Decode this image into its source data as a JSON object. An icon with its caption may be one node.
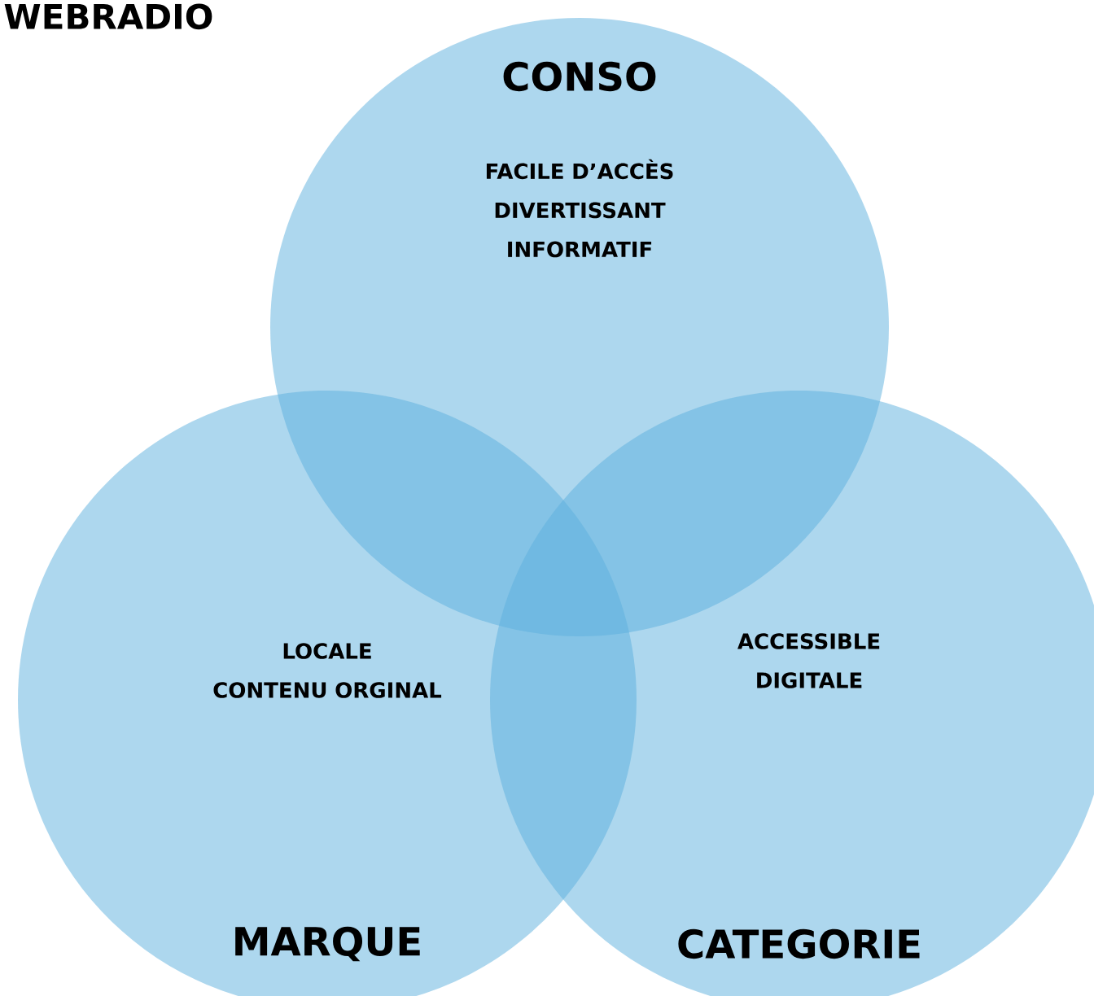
{
  "diagram": {
    "title": "WEBRADIO",
    "nodes": [
      {
        "text": [
          "CONSO",
          "FACILE D’ACCÈS DIVERTISSANT INFORMATIF"
        ]
      },
      {
        "text": [
          "LOCALE",
          "CONTENU ORGINAL",
          "MARQUE"
        ]
      },
      {
        "text": [
          "ACCESSIBLE DIGITALE",
          "CATEGORIE"
        ]
      }
    ]
  }
}
